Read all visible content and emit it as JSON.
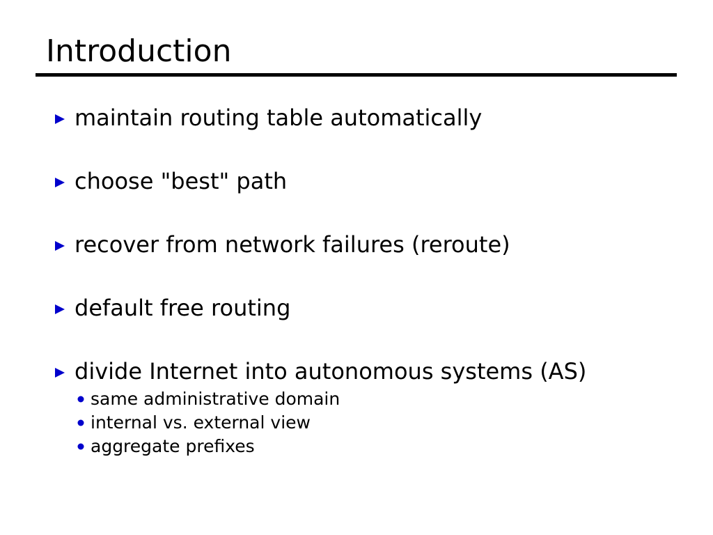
{
  "slide": {
    "title": "Introduction",
    "background_color": "#ffffff",
    "title_color": "#000000",
    "rule_color": "#000000",
    "bullet_marker_color": "#0000cc",
    "body_text_color": "#000000",
    "marker_glyph_level1": "triangle-right",
    "marker_glyph_level2": "dot",
    "bullets": [
      {
        "text": "maintain routing table automatically",
        "sub_items": []
      },
      {
        "text": "choose \"best\" path",
        "sub_items": []
      },
      {
        "text": "recover from network failures (reroute)",
        "sub_items": []
      },
      {
        "text": "default free routing",
        "sub_items": []
      },
      {
        "text": "divide Internet into autonomous systems (AS)",
        "sub_items": [
          "same administrative domain",
          "internal vs. external view",
          "aggregate prefixes"
        ]
      }
    ]
  }
}
